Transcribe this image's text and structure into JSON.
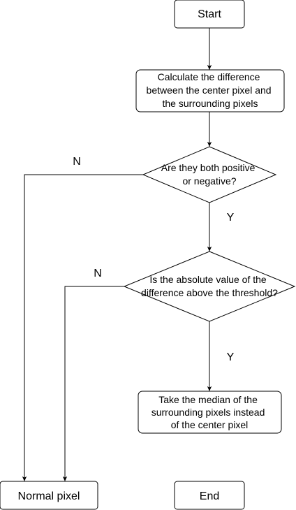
{
  "nodes": {
    "start": "Start",
    "calc": [
      "Calculate the difference",
      "between the center pixel and",
      "the surrounding pixels"
    ],
    "decision_sign": [
      "Are they both positive",
      "or negative?"
    ],
    "decision_threshold": [
      "Is the absolute value of the",
      "difference above the threshold?"
    ],
    "median": [
      "Take the median of the",
      "surrounding pixels instead",
      "of the center pixel"
    ],
    "normal": "Normal pixel",
    "end": "End"
  },
  "edges": {
    "sign_no": "N",
    "sign_yes": "Y",
    "threshold_no": "N",
    "threshold_yes": "Y"
  }
}
